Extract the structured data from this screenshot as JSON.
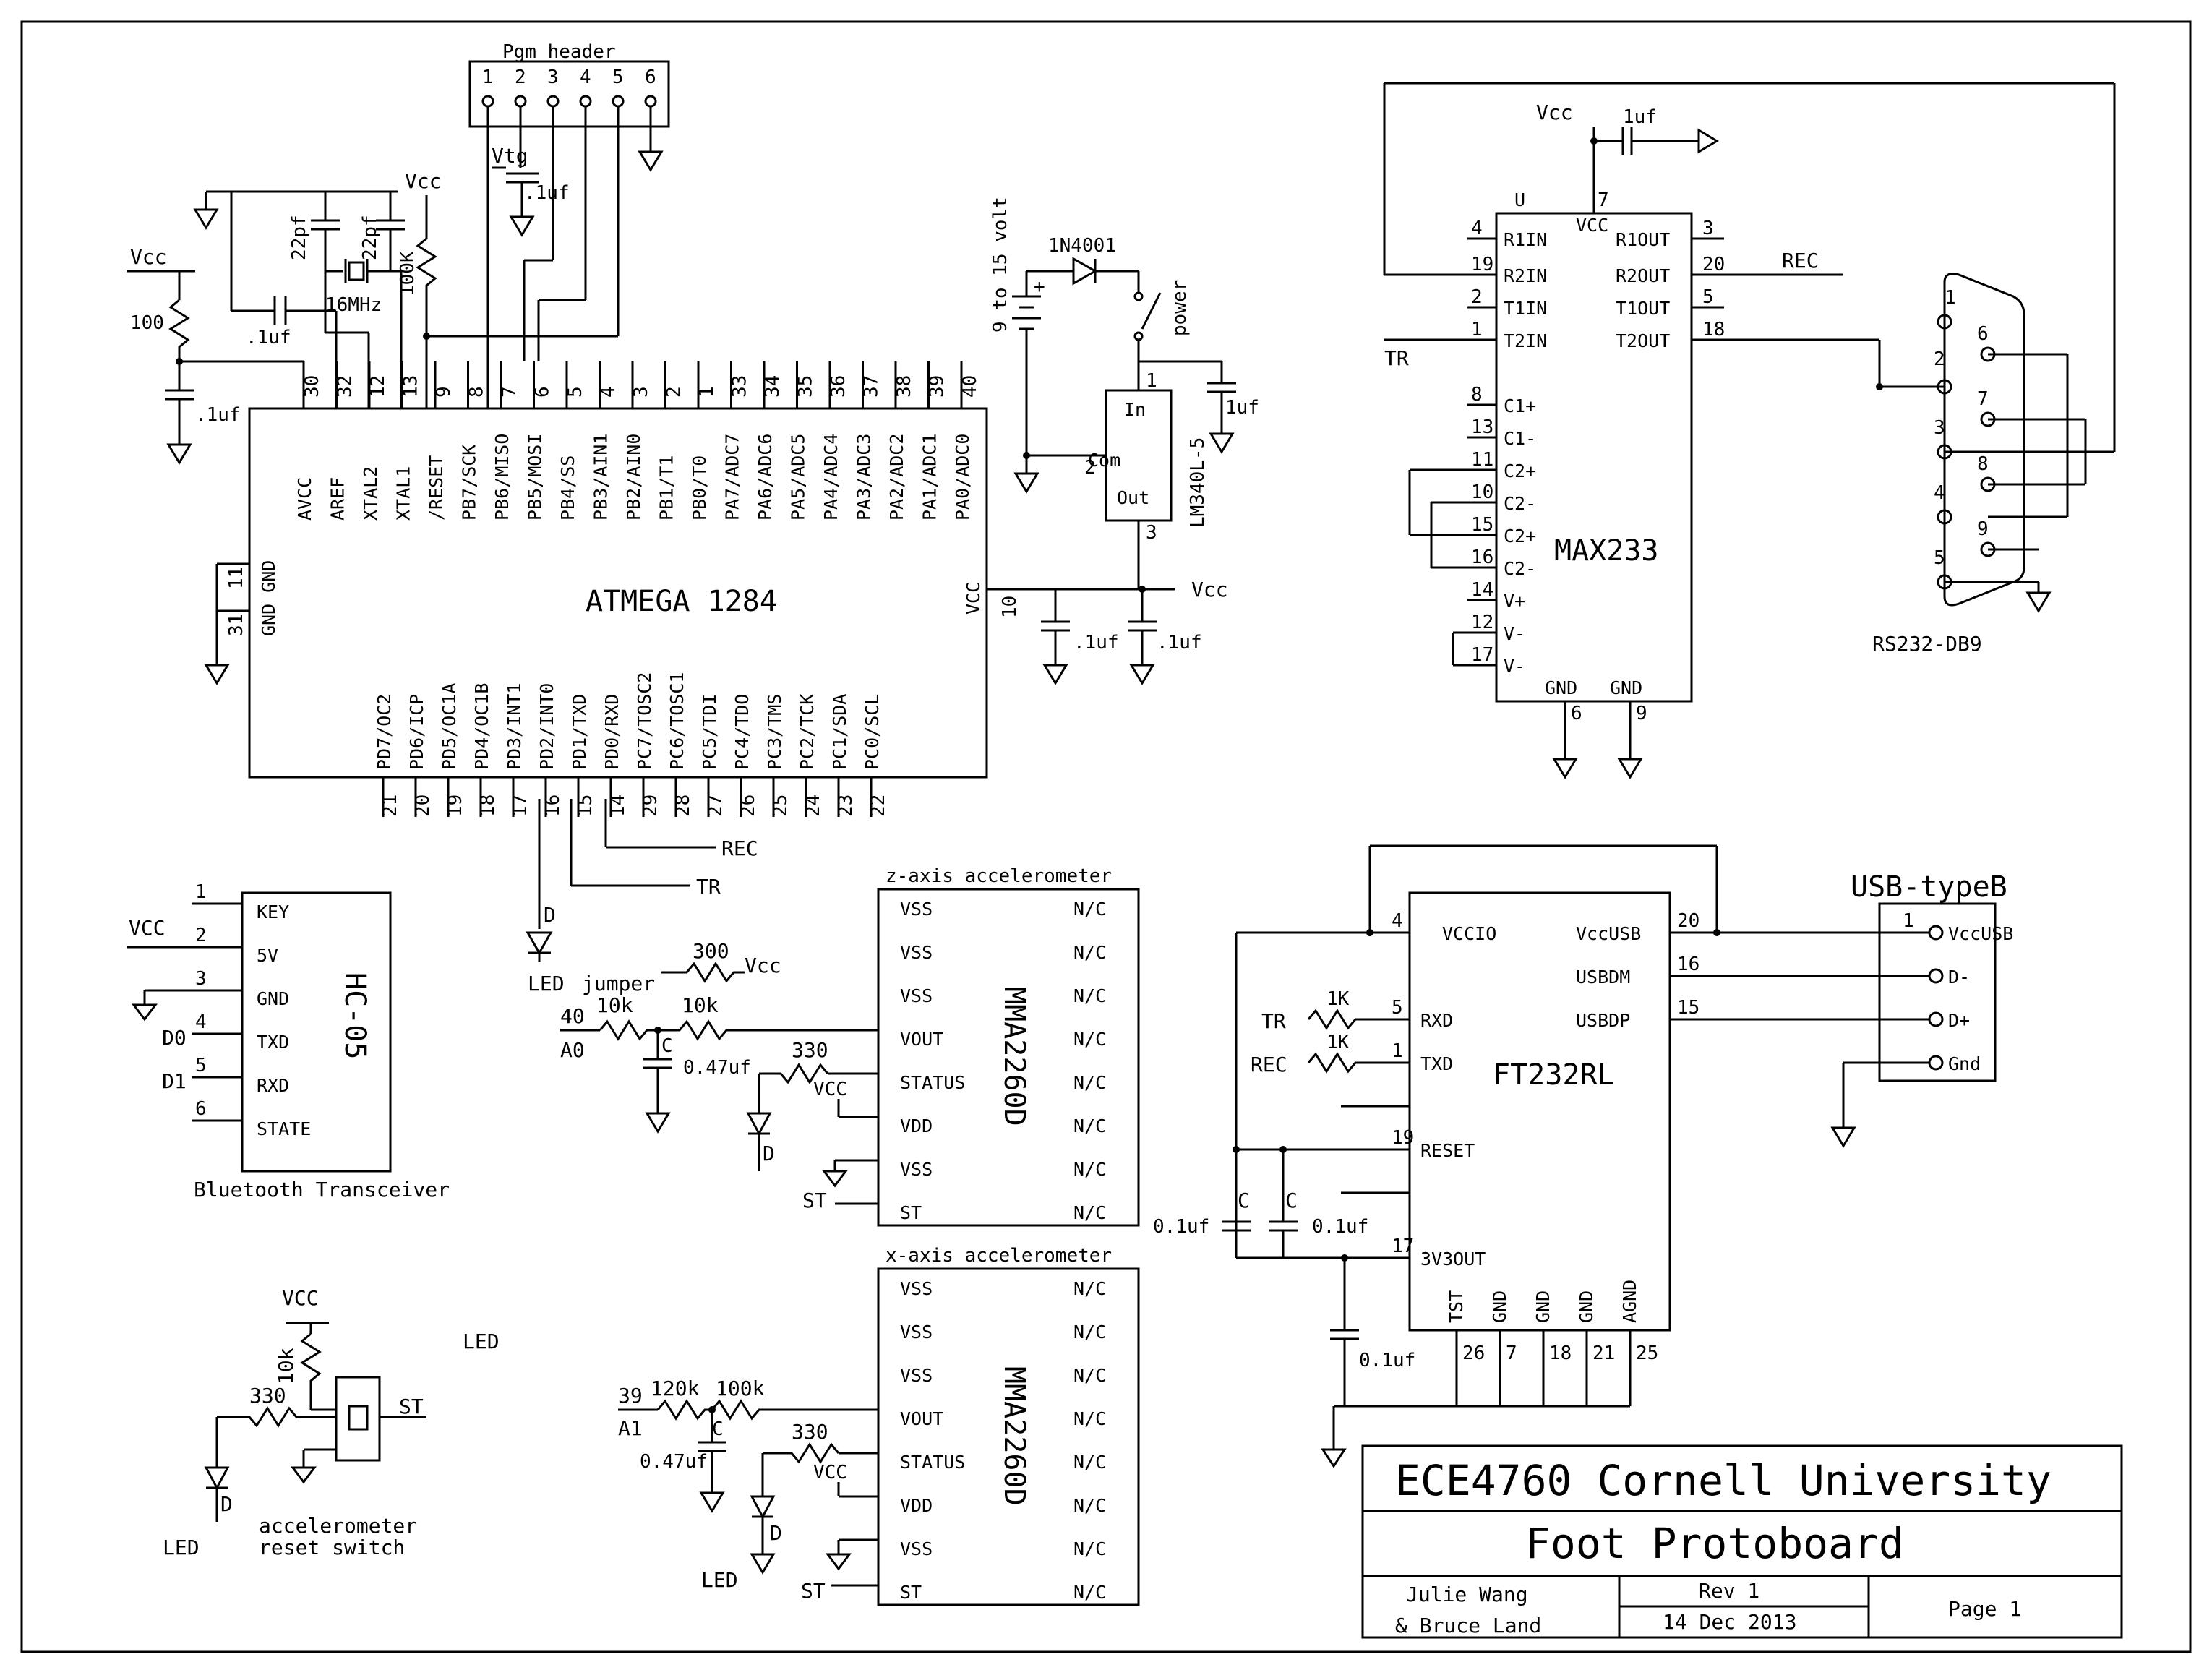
{
  "title_block": {
    "org": "ECE4760 Cornell University",
    "project": "Foot Protoboard",
    "author_line1": "Julie Wang",
    "author_line2": "& Bruce Land",
    "rev": "Rev 1",
    "date": "14 Dec 2013",
    "page": "Page 1"
  },
  "pgm_header": {
    "title": "Pgm header",
    "pins": [
      "1",
      "2",
      "3",
      "4",
      "5",
      "6"
    ],
    "vtg": "Vtg",
    "cap": ".1uf"
  },
  "atmega": {
    "name": "ATMEGA 1284",
    "top_pins": [
      {
        "num": "30",
        "label": "AVCC"
      },
      {
        "num": "32",
        "label": "AREF"
      },
      {
        "num": "12",
        "label": "XTAL2"
      },
      {
        "num": "13",
        "label": "XTAL1"
      },
      {
        "num": "9",
        "label": "/RESET"
      },
      {
        "num": "8",
        "label": "PB7/SCK"
      },
      {
        "num": "7",
        "label": "PB6/MISO"
      },
      {
        "num": "6",
        "label": "PB5/MOSI"
      },
      {
        "num": "5",
        "label": "PB4/SS"
      },
      {
        "num": "4",
        "label": "PB3/AIN1"
      },
      {
        "num": "3",
        "label": "PB2/AIN0"
      },
      {
        "num": "2",
        "label": "PB1/T1"
      },
      {
        "num": "1",
        "label": "PB0/T0"
      },
      {
        "num": "33",
        "label": "PA7/ADC7"
      },
      {
        "num": "34",
        "label": "PA6/ADC6"
      },
      {
        "num": "35",
        "label": "PA5/ADC5"
      },
      {
        "num": "36",
        "label": "PA4/ADC4"
      },
      {
        "num": "37",
        "label": "PA3/ADC3"
      },
      {
        "num": "38",
        "label": "PA2/ADC2"
      },
      {
        "num": "39",
        "label": "PA1/ADC1"
      },
      {
        "num": "40",
        "label": "PA0/ADC0"
      }
    ],
    "bottom_pins": [
      {
        "num": "21",
        "label": "PD7/OC2"
      },
      {
        "num": "20",
        "label": "PD6/ICP"
      },
      {
        "num": "19",
        "label": "PD5/OC1A"
      },
      {
        "num": "18",
        "label": "PD4/OC1B"
      },
      {
        "num": "17",
        "label": "PD3/INT1"
      },
      {
        "num": "16",
        "label": "PD2/INT0"
      },
      {
        "num": "15",
        "label": "PD1/TXD"
      },
      {
        "num": "14",
        "label": "PD0/RXD"
      },
      {
        "num": "29",
        "label": "PC7/TOSC2"
      },
      {
        "num": "28",
        "label": "PC6/TOSC1"
      },
      {
        "num": "27",
        "label": "PC5/TDI"
      },
      {
        "num": "26",
        "label": "PC4/TDO"
      },
      {
        "num": "25",
        "label": "PC3/TMS"
      },
      {
        "num": "24",
        "label": "PC2/TCK"
      },
      {
        "num": "23",
        "label": "PC1/SDA"
      },
      {
        "num": "22",
        "label": "PC0/SCL"
      }
    ],
    "gnd_label": "GND GND",
    "gnd_pins": [
      "11",
      "31"
    ],
    "vcc_label": "VCC",
    "vcc_pin": "10"
  },
  "common": {
    "vcc": "Vcc",
    "vcc_caps": "VCC",
    "cap_01": ".1uf",
    "cap_1": "1uf",
    "cap_22p": "22pf",
    "crystal": "16MHz",
    "r100k": "100K",
    "r100": "100",
    "rec": "REC",
    "tr": "TR"
  },
  "power": {
    "diode": "1N4001",
    "input": "9 to 15 volt",
    "switch": "power",
    "reg": "LM340L-5",
    "reg_in": "In",
    "reg_com": "Com",
    "reg_out": "Out",
    "reg_pins": [
      "1",
      "2",
      "3"
    ]
  },
  "max233": {
    "name": "MAX233",
    "u": "U",
    "vcc_pin": "7",
    "left": [
      {
        "num": "4",
        "label": "R1IN"
      },
      {
        "num": "19",
        "label": "R2IN"
      },
      {
        "num": "2",
        "label": "T1IN"
      },
      {
        "num": "1",
        "label": "T2IN"
      },
      {
        "num": "8",
        "label": "C1+"
      },
      {
        "num": "13",
        "label": "C1-"
      },
      {
        "num": "11",
        "label": "C2+"
      },
      {
        "num": "10",
        "label": "C2-"
      },
      {
        "num": "15",
        "label": "C2+"
      },
      {
        "num": "16",
        "label": "C2-"
      },
      {
        "num": "14",
        "label": "V+"
      },
      {
        "num": "12",
        "label": "V-"
      },
      {
        "num": "17",
        "label": "V-"
      }
    ],
    "right": [
      {
        "num": "3",
        "label": "R1OUT"
      },
      {
        "num": "20",
        "label": "R2OUT"
      },
      {
        "num": "5",
        "label": "T1OUT"
      },
      {
        "num": "18",
        "label": "T2OUT"
      }
    ],
    "gnd": [
      {
        "num": "6",
        "label": "GND"
      },
      {
        "num": "9",
        "label": "GND"
      }
    ]
  },
  "db9": {
    "name": "RS232-DB9",
    "pins": [
      "1",
      "2",
      "3",
      "4",
      "5",
      "6",
      "7",
      "8",
      "9"
    ]
  },
  "hc05": {
    "name": "HC-05",
    "caption": "Bluetooth Transceiver",
    "pins": [
      {
        "num": "1",
        "label": "KEY"
      },
      {
        "num": "2",
        "label": "5V"
      },
      {
        "num": "3",
        "label": "GND"
      },
      {
        "num": "4",
        "label": "TXD"
      },
      {
        "num": "5",
        "label": "RXD"
      },
      {
        "num": "6",
        "label": "STATE"
      }
    ],
    "net_vcc": "VCC",
    "net_d0": "D0",
    "net_d1": "D1"
  },
  "led_section": {
    "d": "D",
    "led": "LED",
    "jumper": "jumper",
    "r300": "300",
    "r10k": "10k",
    "a0": "A0",
    "n40": "40",
    "cap047": "0.47uf",
    "c": "C",
    "r330": "330"
  },
  "acc_z": {
    "title": "z-axis accelerometer",
    "part": "MMA2260D",
    "left": [
      "VSS",
      "VSS",
      "VSS",
      "VOUT",
      "STATUS",
      "VDD",
      "VSS",
      "ST"
    ],
    "right": [
      "N/C",
      "N/C",
      "N/C",
      "N/C",
      "N/C",
      "N/C",
      "N/C",
      "N/C"
    ],
    "st": "ST"
  },
  "acc_x": {
    "title": "x-axis accelerometer",
    "part": "MMA2260D",
    "left": [
      "VSS",
      "VSS",
      "VSS",
      "VOUT",
      "STATUS",
      "VDD",
      "VSS",
      "ST"
    ],
    "right": [
      "N/C",
      "N/C",
      "N/C",
      "N/C",
      "N/C",
      "N/C",
      "N/C",
      "N/C"
    ],
    "st": "ST",
    "n39": "39",
    "a1": "A1",
    "r120k": "120k",
    "r100k": "100k",
    "cap047": "0.47uf",
    "led": "LED"
  },
  "reset_switch": {
    "vcc": "VCC",
    "r10k": "10k",
    "r330": "330",
    "st": "ST",
    "d": "D",
    "led": "LED",
    "caption1": "accelerometer",
    "caption2": "reset switch",
    "led_floating": "LED"
  },
  "ft232": {
    "name": "FT232RL",
    "left": [
      {
        "num": "4",
        "label": "VCCIO"
      },
      {
        "num": "5",
        "label": "RXD"
      },
      {
        "num": "1",
        "label": "TXD"
      },
      {
        "num": "19",
        "label": "RESET"
      },
      {
        "num": "17",
        "label": "3V3OUT"
      }
    ],
    "right": [
      {
        "num": "20",
        "label": "VccUSB"
      },
      {
        "num": "16",
        "label": "USBDM"
      },
      {
        "num": "15",
        "label": "USBDP"
      }
    ],
    "bottom": [
      {
        "num": "26",
        "label": "TST"
      },
      {
        "num": "7",
        "label": "GND"
      },
      {
        "num": "18",
        "label": "GND"
      },
      {
        "num": "21",
        "label": "GND"
      },
      {
        "num": "25",
        "label": "AGND"
      }
    ],
    "r1k": "1K",
    "cap01": "0.1uf",
    "c": "C"
  },
  "usb": {
    "title": "USB-typeB",
    "pins": [
      {
        "num": "1",
        "label": "VccUSB"
      },
      {
        "num": "",
        "label": "D-"
      },
      {
        "num": "",
        "label": "D+"
      },
      {
        "num": "",
        "label": "Gnd"
      }
    ]
  }
}
